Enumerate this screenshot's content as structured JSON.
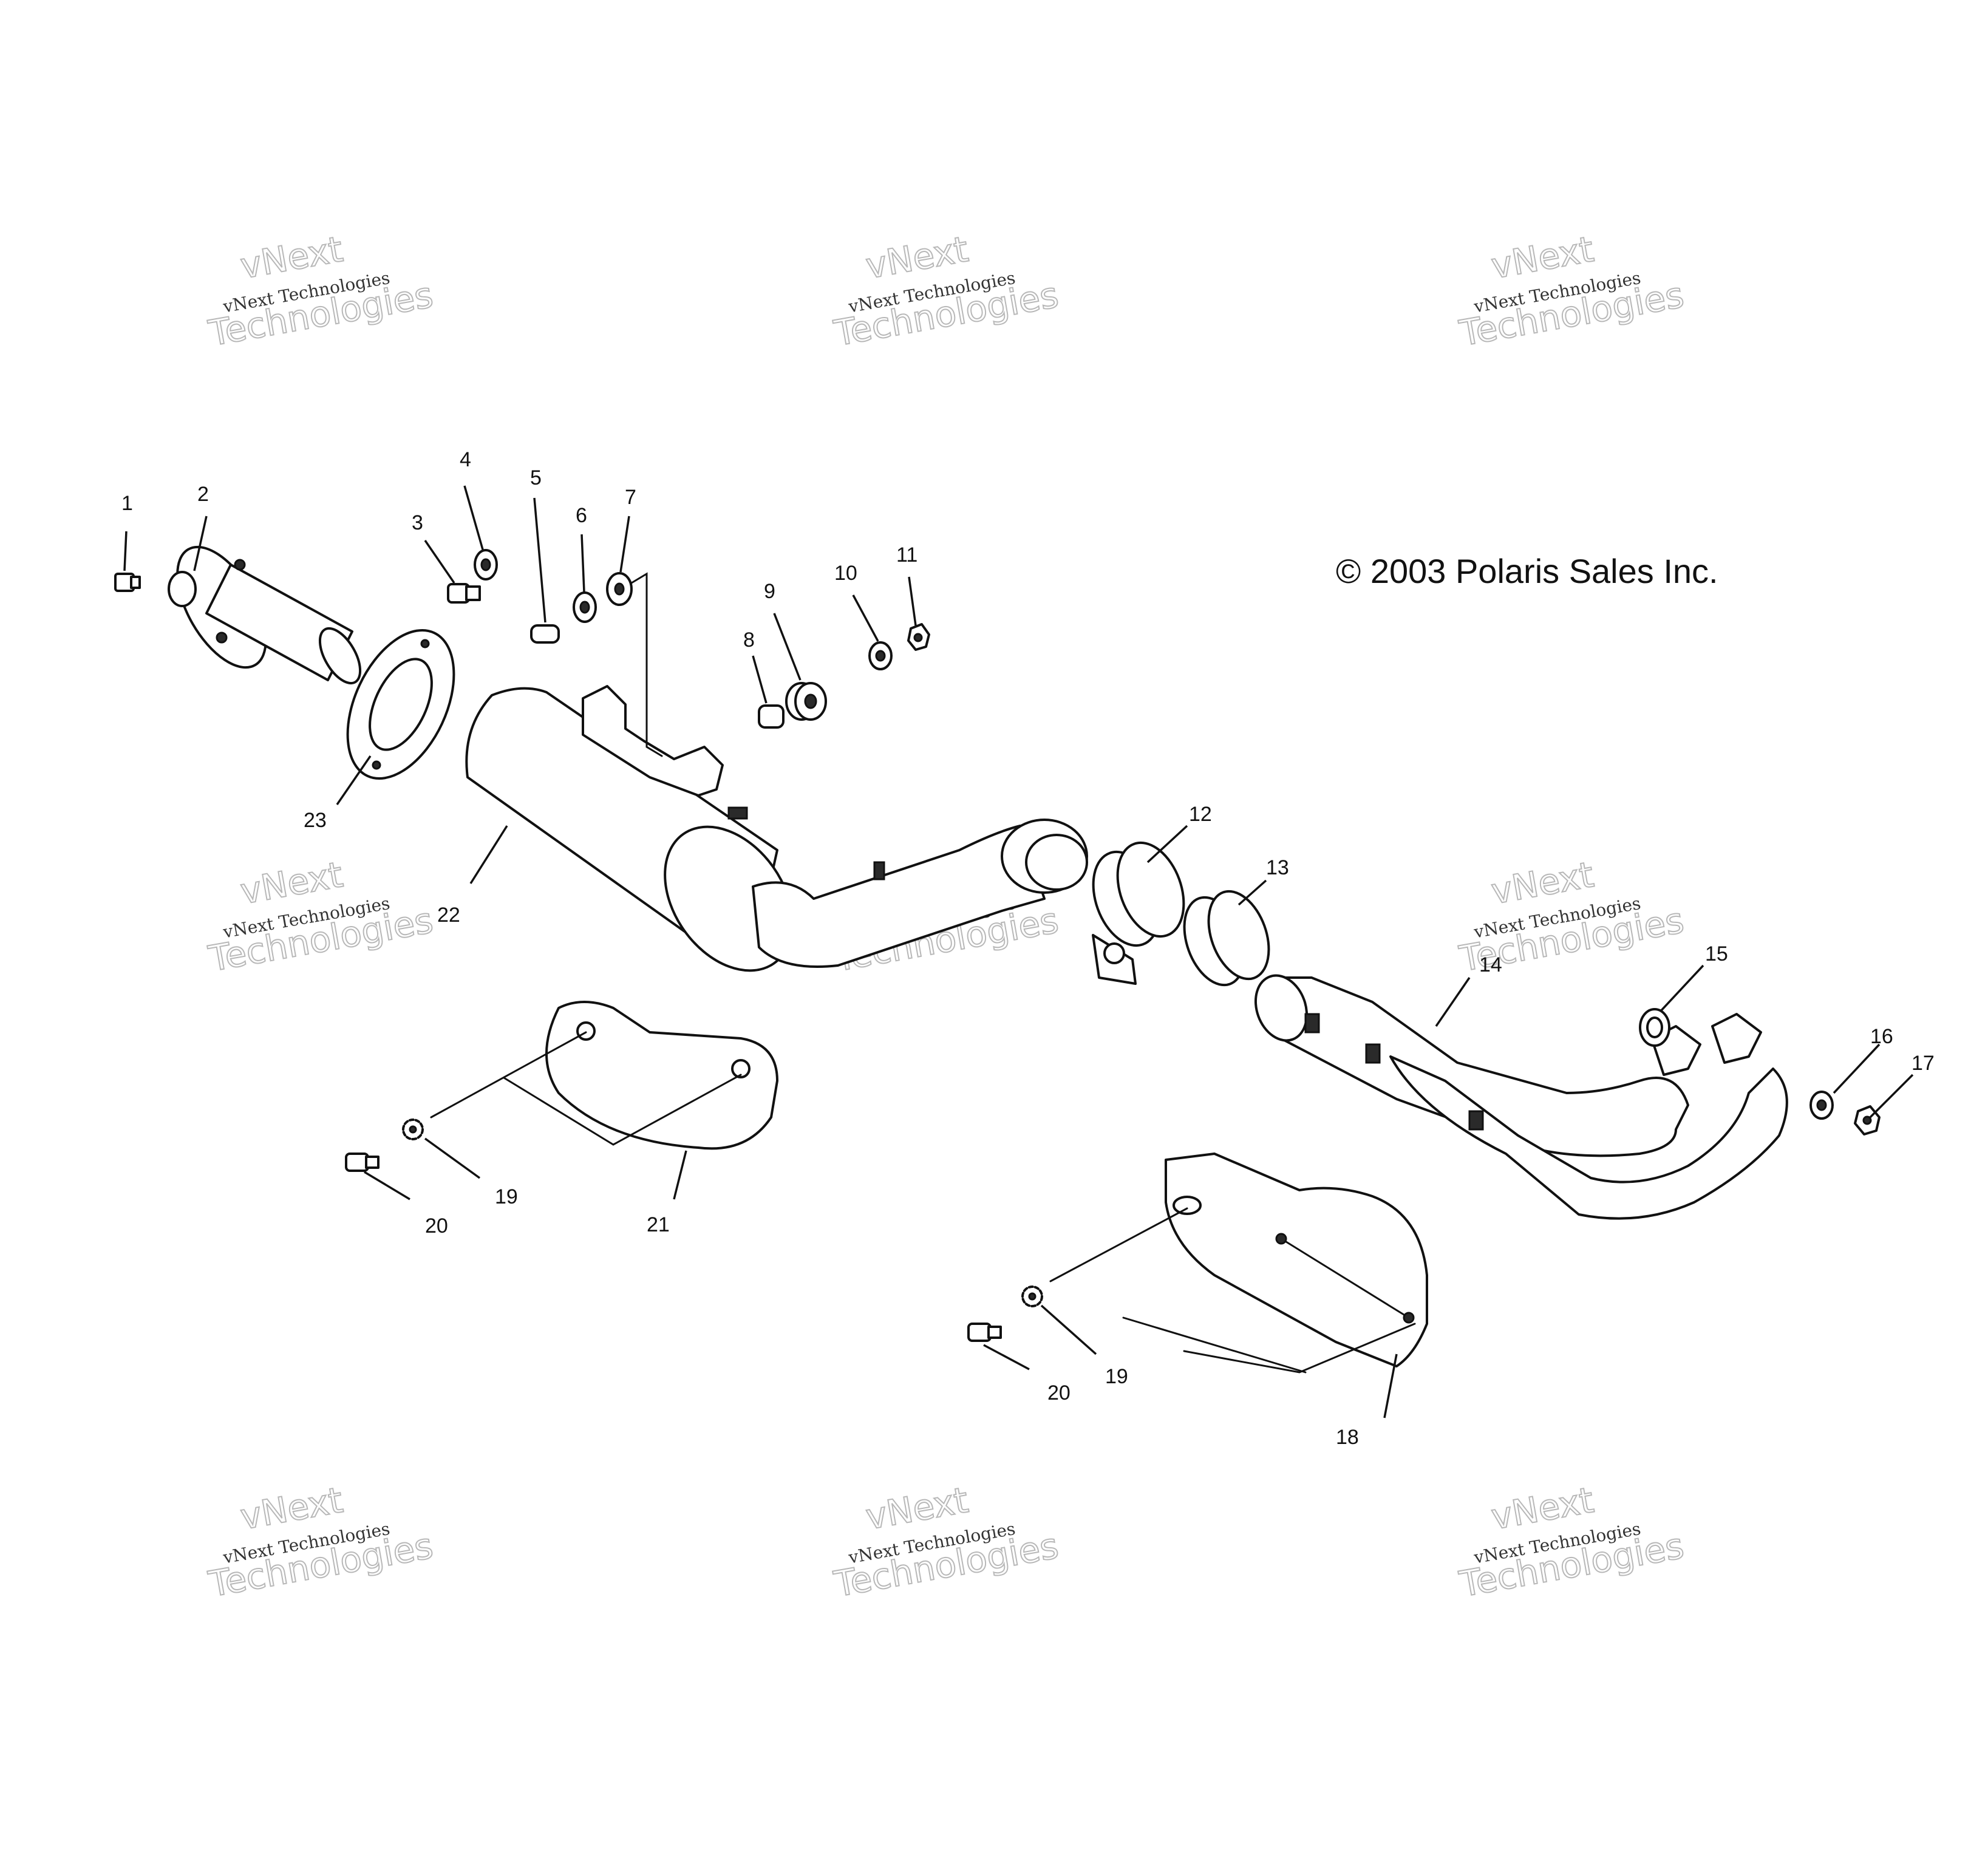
{
  "copyright": "© 2003 Polaris Sales Inc.",
  "watermark": {
    "line1": "vNext",
    "line2": "vNext Technologies",
    "line3": "Technologies"
  },
  "callouts": [
    "1",
    "2",
    "3",
    "4",
    "5",
    "6",
    "7",
    "8",
    "9",
    "10",
    "11",
    "12",
    "13",
    "14",
    "15",
    "16",
    "17",
    "18",
    "19",
    "19",
    "20",
    "20",
    "21",
    "22",
    "23"
  ]
}
